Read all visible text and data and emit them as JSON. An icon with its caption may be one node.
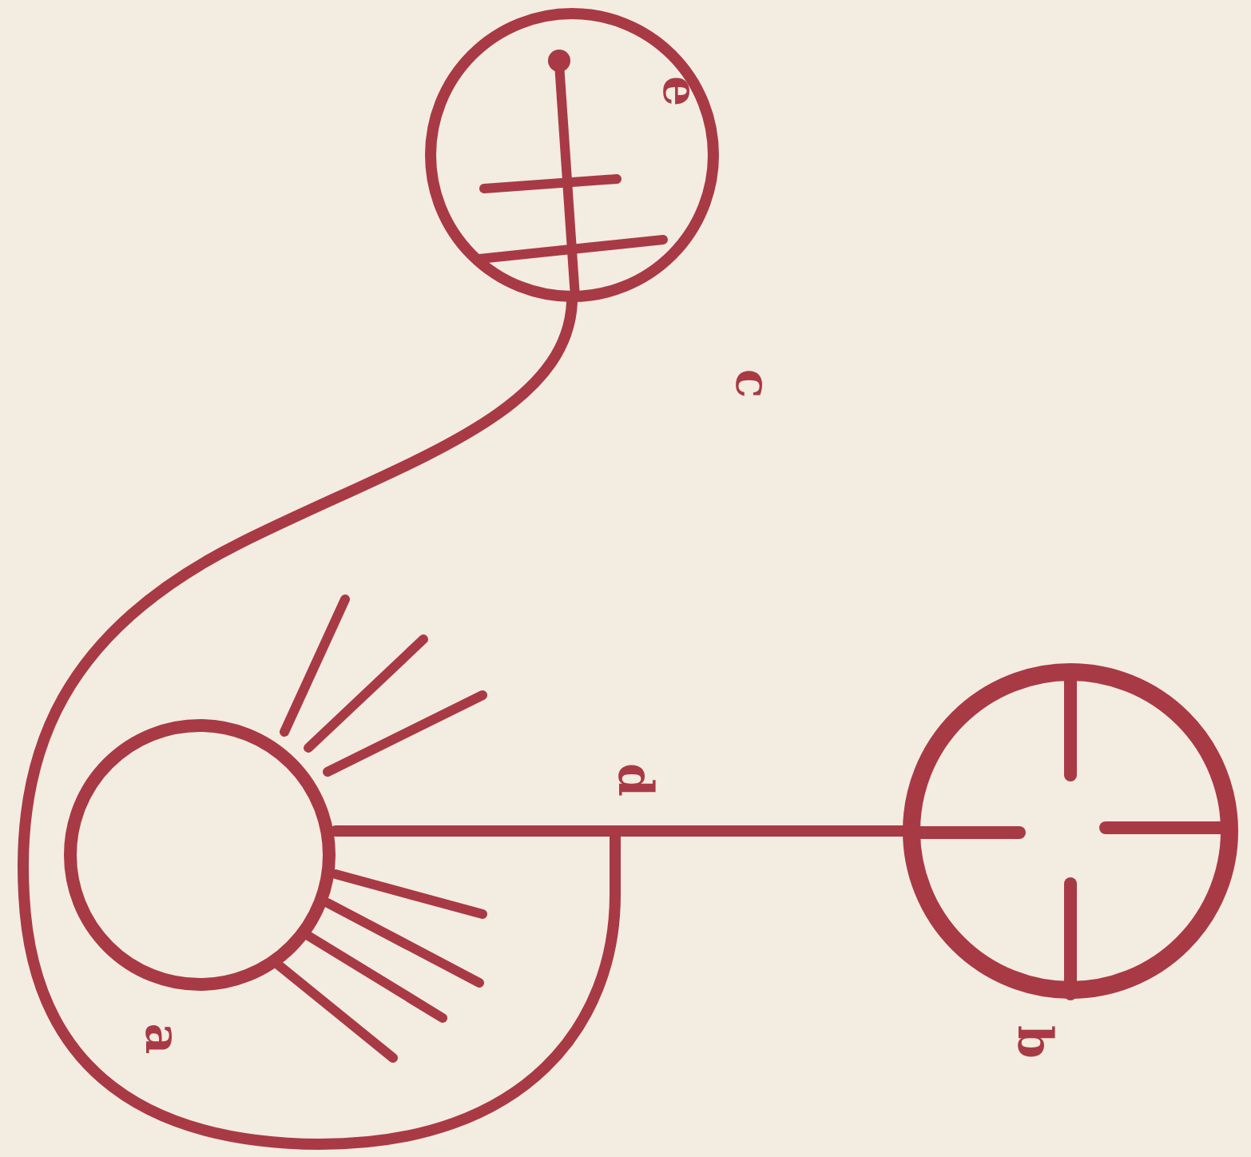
{
  "diagram": {
    "nodes": [
      {
        "text": [
          "e"
        ],
        "beside": [
          "c"
        ]
      },
      {
        "text": [],
        "shape": "circle",
        "beside": [
          "a"
        ]
      },
      {
        "text": [],
        "shape": "circle",
        "beside": [
          "b"
        ]
      }
    ],
    "edges": [
      {
        "from": 1,
        "to": 2,
        "arrow": "none"
      },
      {
        "from": 0,
        "to": 2,
        "arrow": "none"
      }
    ],
    "labels": [
      "d"
    ]
  }
}
